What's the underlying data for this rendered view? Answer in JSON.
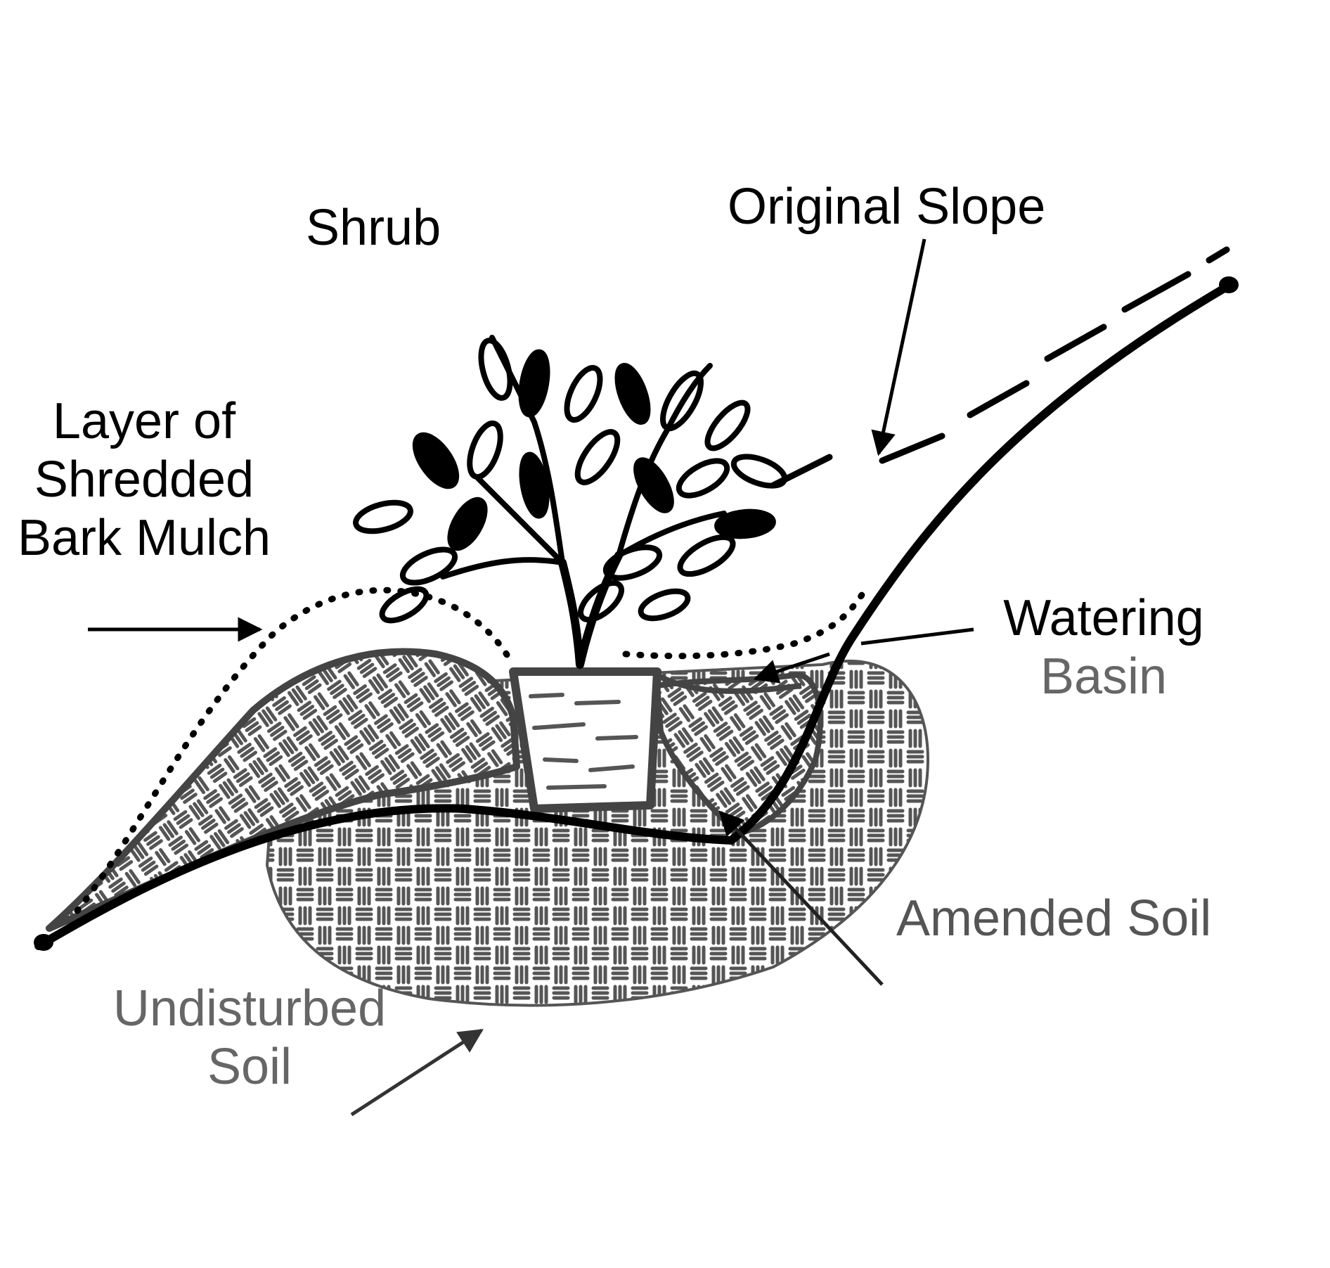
{
  "labels": {
    "shrub": "Shrub",
    "original_slope": "Original Slope",
    "mulch_line1": "Layer of",
    "mulch_line2": "Shredded",
    "mulch_line3": "Bark Mulch",
    "watering_line1": "Watering",
    "watering_line2": "Basin",
    "amended_soil": "Amended Soil",
    "undisturbed_line1": "Undisturbed",
    "undisturbed_line2": "Soil"
  },
  "colors": {
    "ink": "#000000",
    "soil": "#555555",
    "grey_label": "#666666",
    "background": "#ffffff"
  }
}
